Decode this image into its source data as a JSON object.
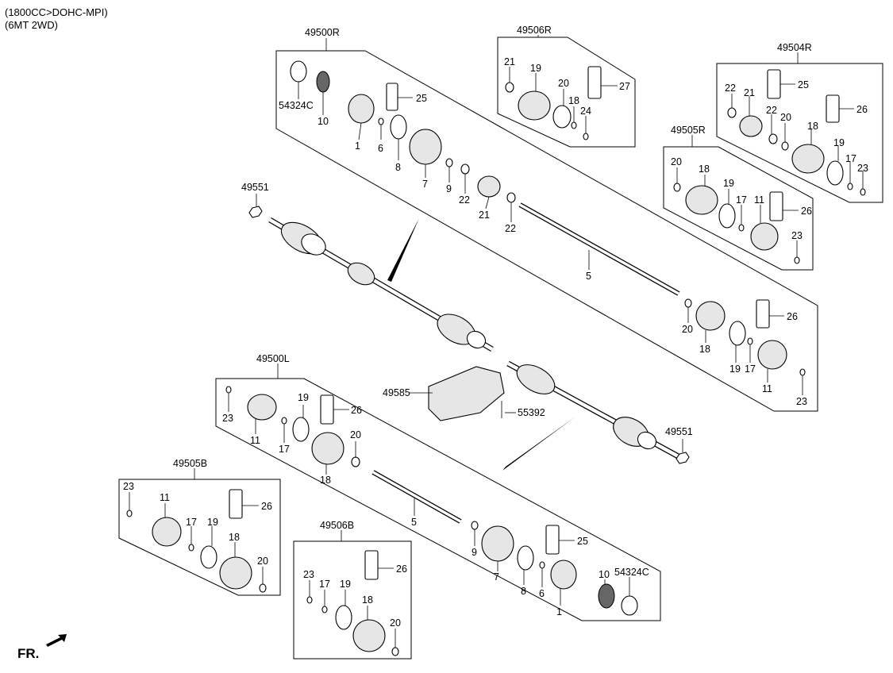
{
  "header": {
    "spec_line1": "(1800CC>DOHC-MPI)",
    "spec_line2": "(6MT 2WD)"
  },
  "groups": {
    "g49500R": "49500R",
    "g49506R": "49506R",
    "g49504R": "49504R",
    "g49505R": "49505R",
    "g49500L": "49500L",
    "g49505B": "49505B",
    "g49506B": "49506B"
  },
  "labels": {
    "l54324C_r": "54324C",
    "l10_r": "10",
    "l1_r": "1",
    "l25_r": "25",
    "l6_r": "6",
    "l8_r": "8",
    "l7_r": "7",
    "l9_r": "9",
    "l22_r1": "22",
    "l21_r": "21",
    "l22_r2": "22",
    "l5_r": "5",
    "l20_r": "20",
    "l18_r": "18",
    "l19_r": "19",
    "l17_r": "17",
    "l11_r": "11",
    "l23_r": "23",
    "l26_r": "26",
    "l49551_a": "49551",
    "l49551_b": "49551",
    "l49585": "49585",
    "l55392": "55392",
    "k6R_21": "21",
    "k6R_19": "19",
    "k6R_20": "20",
    "k6R_18": "18",
    "k6R_24": "24",
    "k6R_27": "27",
    "k4R_22a": "22",
    "k4R_21": "21",
    "k4R_22b": "22",
    "k4R_20": "20",
    "k4R_25": "25",
    "k4R_26": "26",
    "k4R_18": "18",
    "k4R_19": "19",
    "k4R_17": "17",
    "k4R_23": "23",
    "k5R_20": "20",
    "k5R_18": "18",
    "k5R_19": "19",
    "k5R_17": "17",
    "k5R_11": "11",
    "k5R_26": "26",
    "k5R_23": "23",
    "kL_23": "23",
    "kL_11": "11",
    "kL_19": "19",
    "kL_17": "17",
    "kL_26": "26",
    "kL_20": "20",
    "kL_18": "18",
    "kL_5": "5",
    "kL_9": "9",
    "kL_7": "7",
    "kL_25": "25",
    "kL_8": "8",
    "kL_6": "6",
    "kL_10": "10",
    "kL_1": "1",
    "kL_54324C": "54324C",
    "k5B_23": "23",
    "k5B_11": "11",
    "k5B_17": "17",
    "k5B_19": "19",
    "k5B_26": "26",
    "k5B_18": "18",
    "k5B_20": "20",
    "k6B_23": "23",
    "k6B_17": "17",
    "k6B_19": "19",
    "k6B_18": "18",
    "k6B_20": "20",
    "k6B_26": "26"
  },
  "footer": {
    "front_label": "FR."
  }
}
